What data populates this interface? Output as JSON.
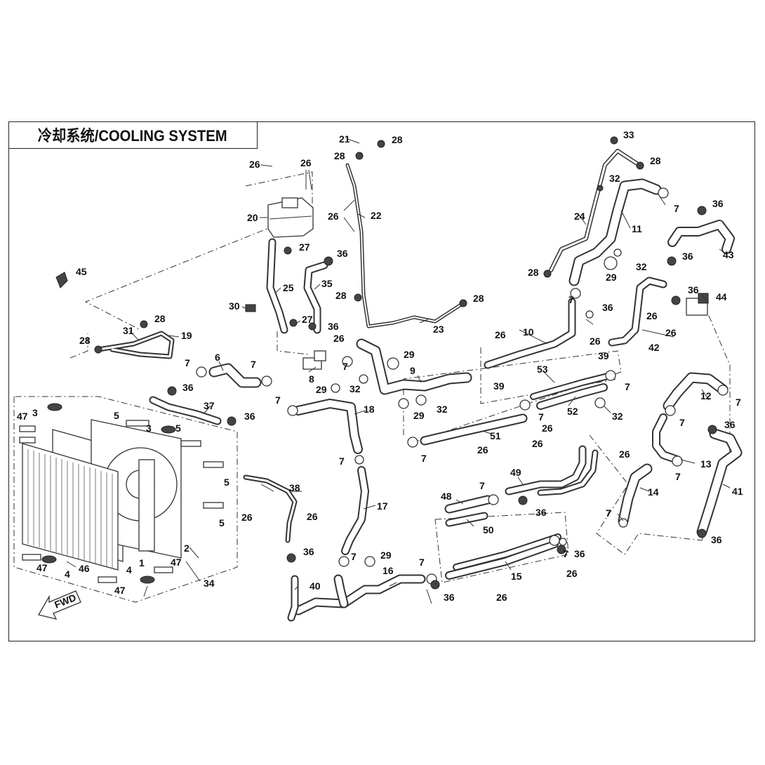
{
  "title": "冷却系统/COOLING SYSTEM",
  "fwd_label": "FWD",
  "labels": [
    "1",
    "2",
    "3",
    "4",
    "5",
    "6",
    "7",
    "8",
    "9",
    "10",
    "11",
    "12",
    "13",
    "14",
    "15",
    "16",
    "17",
    "18",
    "19",
    "20",
    "21",
    "22",
    "23",
    "24",
    "25",
    "26",
    "27",
    "28",
    "29",
    "30",
    "31",
    "32",
    "33",
    "34",
    "35",
    "36",
    "37",
    "38",
    "39",
    "40",
    "41",
    "42",
    "43",
    "44",
    "45",
    "46",
    "47",
    "48",
    "49",
    "50",
    "51",
    "52",
    "53"
  ]
}
